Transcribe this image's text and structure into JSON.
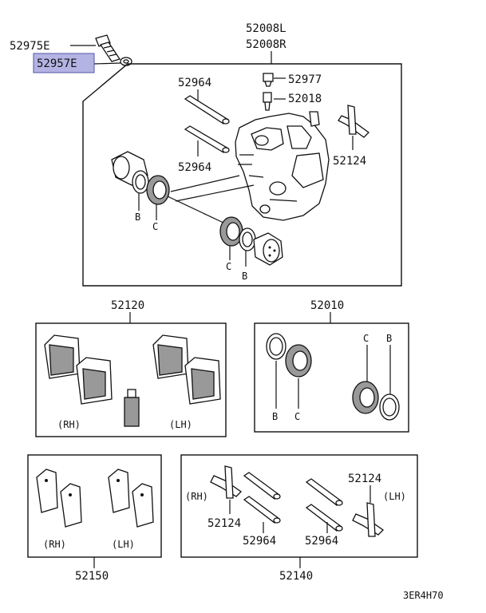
{
  "labels": {
    "bolt": "52975E",
    "washer": "52957E",
    "caliper_l": "52008L",
    "caliper_r": "52008R",
    "cap": "52977",
    "bleeder": "52018",
    "pin_top": "52964",
    "pin_bottom": "52964",
    "spring_top": "52124",
    "pad_kit": "52120",
    "seal_kit": "52010",
    "shim_kit": "52150",
    "pin_kit": "52140",
    "spring_left": "52124",
    "spring_right": "52124",
    "pin_kit_a": "52964",
    "pin_kit_b": "52964",
    "diagram_code": "3ER4H70"
  },
  "side_labels": {
    "rh_pads": "(RH)",
    "lh_pads": "(LH)",
    "rh_shims": "(RH)",
    "lh_shims": "(LH)",
    "rh_pins": "(RH)",
    "lh_pins": "(LH)"
  },
  "ref_letters": {
    "b": "B",
    "c": "C"
  },
  "colors": {
    "highlight": "#b4b4e4",
    "ink": "#111111"
  }
}
